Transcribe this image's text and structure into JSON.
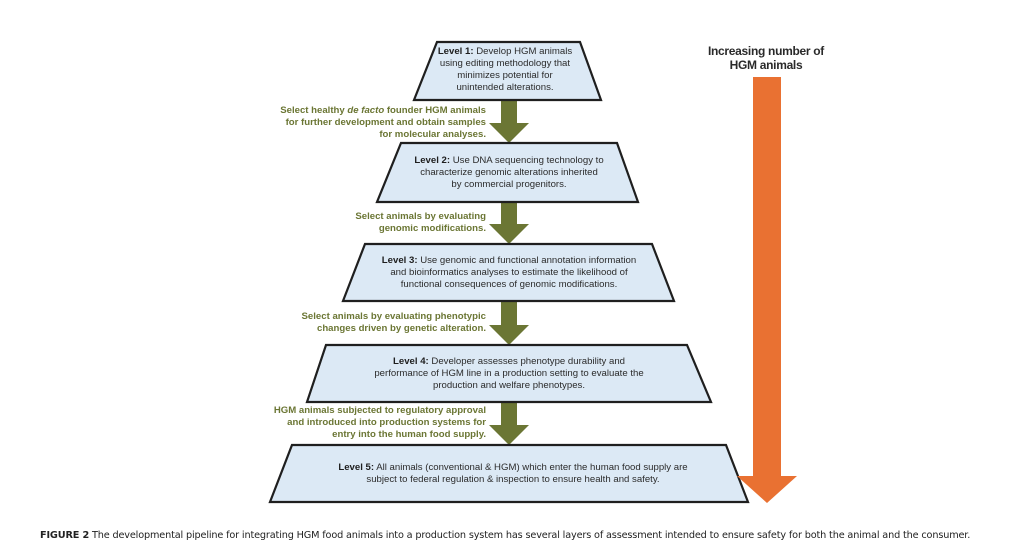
{
  "figure": {
    "caption_label": "FIGURE 2",
    "caption_text": " The developmental pipeline for integrating HGM food animals into a production system has several layers of assessment intended to ensure safety for both the animal and the consumer."
  },
  "side_arrow": {
    "label": "Increasing number of HGM animals",
    "color": "#e97132"
  },
  "colors": {
    "box_fill": "#dce9f5",
    "box_stroke": "#1f1f1f",
    "flow_arrow": "#6b7634",
    "selection_text": "#6b7634"
  },
  "levels": [
    {
      "title": "Level 1:",
      "lines": [
        " Develop HGM animals",
        "using editing methodology that",
        "minimizes potential for",
        "unintended alterations."
      ]
    },
    {
      "title": "Level 2:",
      "lines": [
        " Use DNA sequencing technology to",
        "characterize genomic alterations inherited",
        "by commercial progenitors."
      ]
    },
    {
      "title": "Level 3:",
      "lines": [
        " Use genomic and functional  annotation information",
        "and bioinformatics analyses to estimate the likelihood of",
        "functional  consequences of genomic modifications."
      ]
    },
    {
      "title": "Level 4:",
      "lines": [
        " Developer assesses phenotype durability and",
        "performance of HGM line in a production setting to evaluate the",
        "production and welfare phenotypes."
      ]
    },
    {
      "title": "Level 5:",
      "lines": [
        " All animals (conventional  & HGM) which enter the human food supply are",
        "subject to federal regulation & inspection to ensure health and safety."
      ]
    }
  ],
  "selections": [
    {
      "lines": [
        "Select healthy ",
        "de facto",
        " founder HGM animals",
        "for further development and obtain samples",
        "for molecular analyses."
      ]
    },
    {
      "lines": [
        "Select animals by evaluating",
        "genomic modifications."
      ]
    },
    {
      "lines": [
        "Select animals by evaluating phenotypic",
        "changes driven by genetic alteration."
      ]
    },
    {
      "lines": [
        "HGM animals subjected to regulatory approval",
        "and introduced into production systems for",
        "entry into the human food supply."
      ]
    }
  ]
}
